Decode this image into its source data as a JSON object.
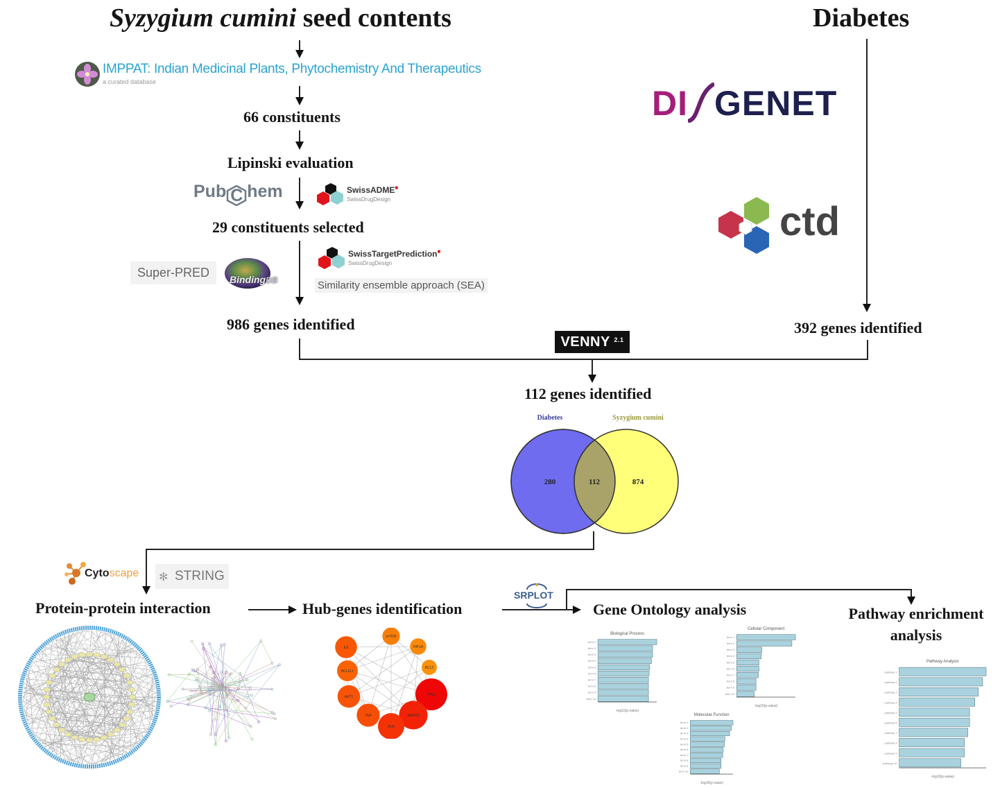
{
  "left_branch": {
    "title_italic": "Syzygium cumini",
    "title_rest": " seed contents",
    "imppat": {
      "name": "IMPPAT: Indian Medicinal Plants, Phytochemistry And Therapeutics",
      "subtitle": "a curated database"
    },
    "step_constituents": "66 constituents",
    "step_lipinski": "Lipinski evaluation",
    "pubchem": {
      "part1": "Pub",
      "part2": "C",
      "part3": "hem"
    },
    "swissadme": {
      "name": "SwissADME",
      "sub": "SwissDrugDesign"
    },
    "step_selected": "29 constituents selected",
    "swisstarget": {
      "name": "SwissTargetPrediction",
      "sub": "SwissDrugDesign"
    },
    "superpred": "Super-PRED",
    "bindingdb": {
      "part1": "Binding",
      "part2": "DB"
    },
    "sea": "Similarity ensemble approach (SEA)",
    "step_genes": "986 genes identified"
  },
  "right_branch": {
    "title": "Diabetes",
    "disgenet": {
      "part1": "DI",
      "part2": "GENET"
    },
    "ctd": "ctd",
    "step_genes": "392 genes identified"
  },
  "venny": {
    "label": "VENNY",
    "version": "2.1"
  },
  "intersection": {
    "label": "112 genes identified"
  },
  "chart_data": [
    {
      "type": "venn",
      "title": "",
      "sets": [
        {
          "name": "Diabetes",
          "only": 280,
          "color": "#6f6cf0"
        },
        {
          "name": "Syzygium cumini",
          "only": 874,
          "color": "#ffff7a"
        }
      ],
      "overlap": 112,
      "overlap_color": "#a9a36a"
    },
    {
      "type": "bar",
      "orientation": "horizontal",
      "title": "Biological Process",
      "categories": [
        "term 1",
        "term 2",
        "term 3",
        "term 4",
        "term 5",
        "term 6",
        "term 7",
        "term 8",
        "term 9",
        "term 10"
      ],
      "values": [
        1.0,
        0.93,
        0.93,
        0.91,
        0.88,
        0.87,
        0.86,
        0.86,
        0.86,
        0.86
      ],
      "xlabel": "-log10(p-value)"
    },
    {
      "type": "bar",
      "orientation": "horizontal",
      "title": "Cellular Component",
      "categories": [
        "term 1",
        "term 2",
        "term 3",
        "term 4",
        "term 5",
        "term 6",
        "term 7",
        "term 8",
        "term 9",
        "term 10"
      ],
      "values": [
        1.0,
        0.94,
        0.43,
        0.42,
        0.38,
        0.38,
        0.37,
        0.33,
        0.33,
        0.3
      ],
      "xlabel": "-log10(p-value)"
    },
    {
      "type": "bar",
      "orientation": "horizontal",
      "title": "Molecular Function",
      "categories": [
        "term 1",
        "term 2",
        "term 3",
        "term 4",
        "term 5",
        "term 6",
        "term 7",
        "term 8",
        "term 9",
        "term 10"
      ],
      "values": [
        1.0,
        0.96,
        0.92,
        0.81,
        0.8,
        0.77,
        0.76,
        0.72,
        0.72,
        0.68
      ],
      "xlabel": "-log10(p-value)"
    },
    {
      "type": "bar",
      "orientation": "horizontal",
      "title": "Pathway Analysis",
      "categories": [
        "pathway 1",
        "pathway 2",
        "pathway 3",
        "pathway 4",
        "pathway 5",
        "pathway 6",
        "pathway 7",
        "pathway 8",
        "pathway 9",
        "pathway 10"
      ],
      "values": [
        1.0,
        0.96,
        0.91,
        0.87,
        0.81,
        0.81,
        0.79,
        0.75,
        0.75,
        0.71
      ],
      "xlabel": "-log10(p-value)"
    }
  ],
  "lower": {
    "cytoscape": {
      "part1": "Cyto",
      "part2": "scape"
    },
    "string": "STRING",
    "ppi": "Protein-protein interaction",
    "hub": "Hub-genes identification",
    "srplot": "SRPLOT",
    "go": "Gene Ontology analysis",
    "pathway_line1": "Pathway enrichment",
    "pathway_line2": "analysis"
  },
  "hub_genes": {
    "nodes": [
      {
        "label": "IL6",
        "score": 0.55
      },
      {
        "label": "mTOR",
        "score": 0.35
      },
      {
        "label": "HIF1A",
        "score": 0.3
      },
      {
        "label": "BCL2",
        "score": 0.25
      },
      {
        "label": "TP53",
        "score": 1.0
      },
      {
        "label": "MAPK3",
        "score": 0.85
      },
      {
        "label": "ALB",
        "score": 0.75
      },
      {
        "label": "TNF",
        "score": 0.6
      },
      {
        "label": "AKT1",
        "score": 0.58
      },
      {
        "label": "BCL2L1",
        "score": 0.5
      }
    ]
  }
}
